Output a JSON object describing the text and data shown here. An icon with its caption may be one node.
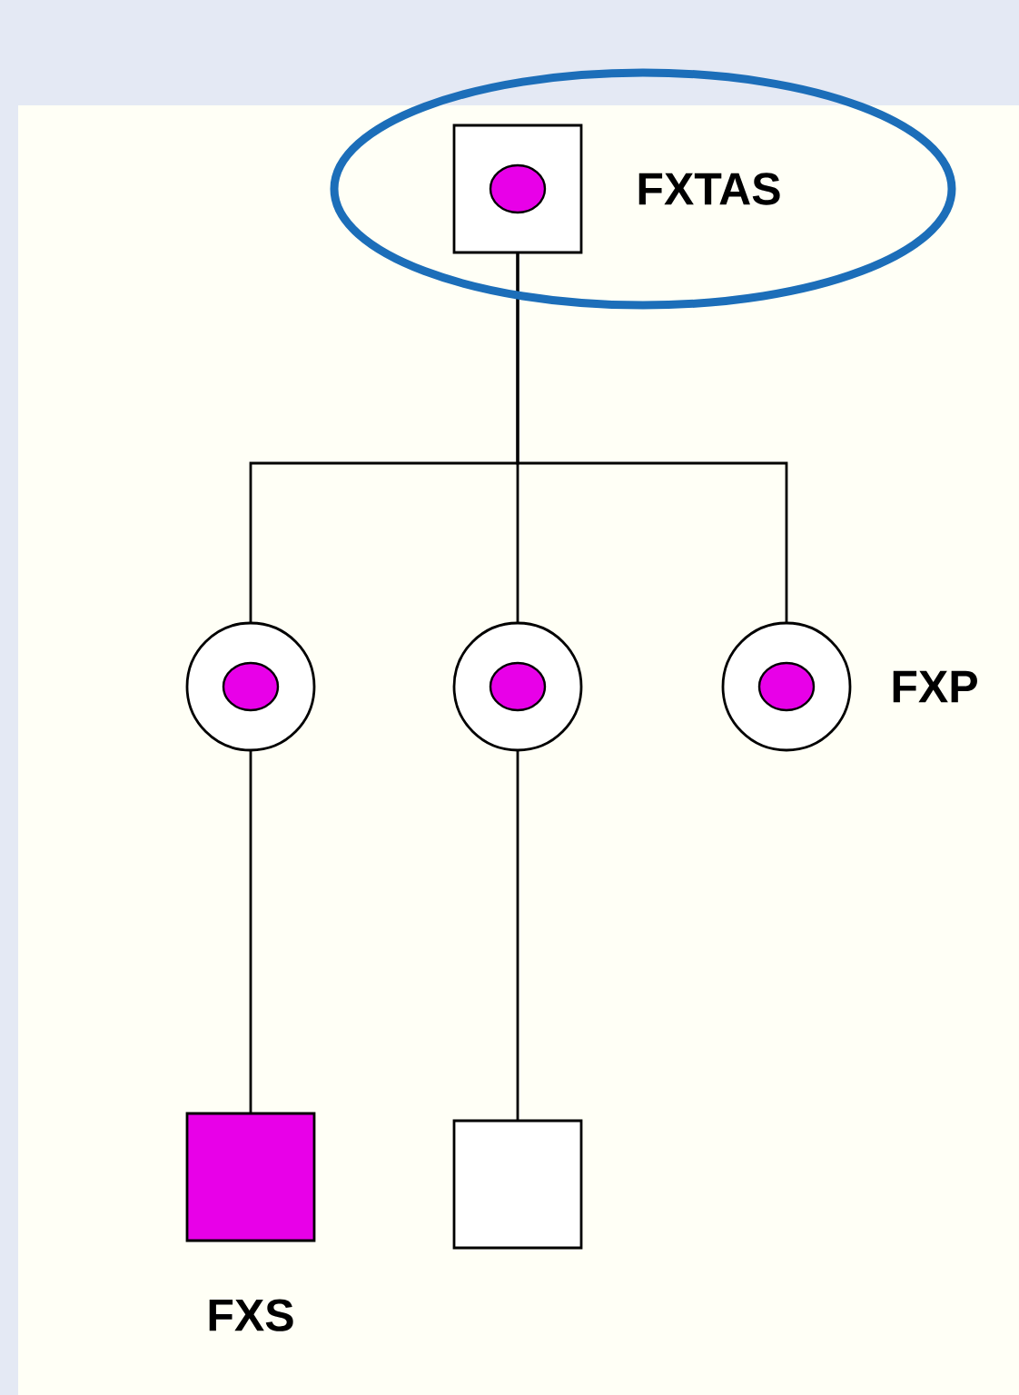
{
  "diagram": {
    "nodes": [
      {
        "text": [],
        "shape": "box",
        "beside": [
          "FXTAS"
        ]
      },
      {
        "text": [],
        "shape": "circle"
      },
      {
        "text": [],
        "shape": "circle"
      },
      {
        "text": [],
        "shape": "circle",
        "beside": [
          "FXP"
        ]
      },
      {
        "text": [],
        "shape": "box",
        "beside": [
          "FXS"
        ]
      },
      {
        "text": [],
        "shape": "box"
      }
    ],
    "edges": [
      {
        "from": 0,
        "to": 1,
        "arrow": "none"
      },
      {
        "from": 0,
        "to": 2,
        "arrow": "none"
      },
      {
        "from": 0,
        "to": 3,
        "arrow": "none"
      },
      {
        "from": 1,
        "to": 4,
        "arrow": "none"
      },
      {
        "from": 2,
        "to": 5,
        "arrow": "none"
      }
    ]
  }
}
